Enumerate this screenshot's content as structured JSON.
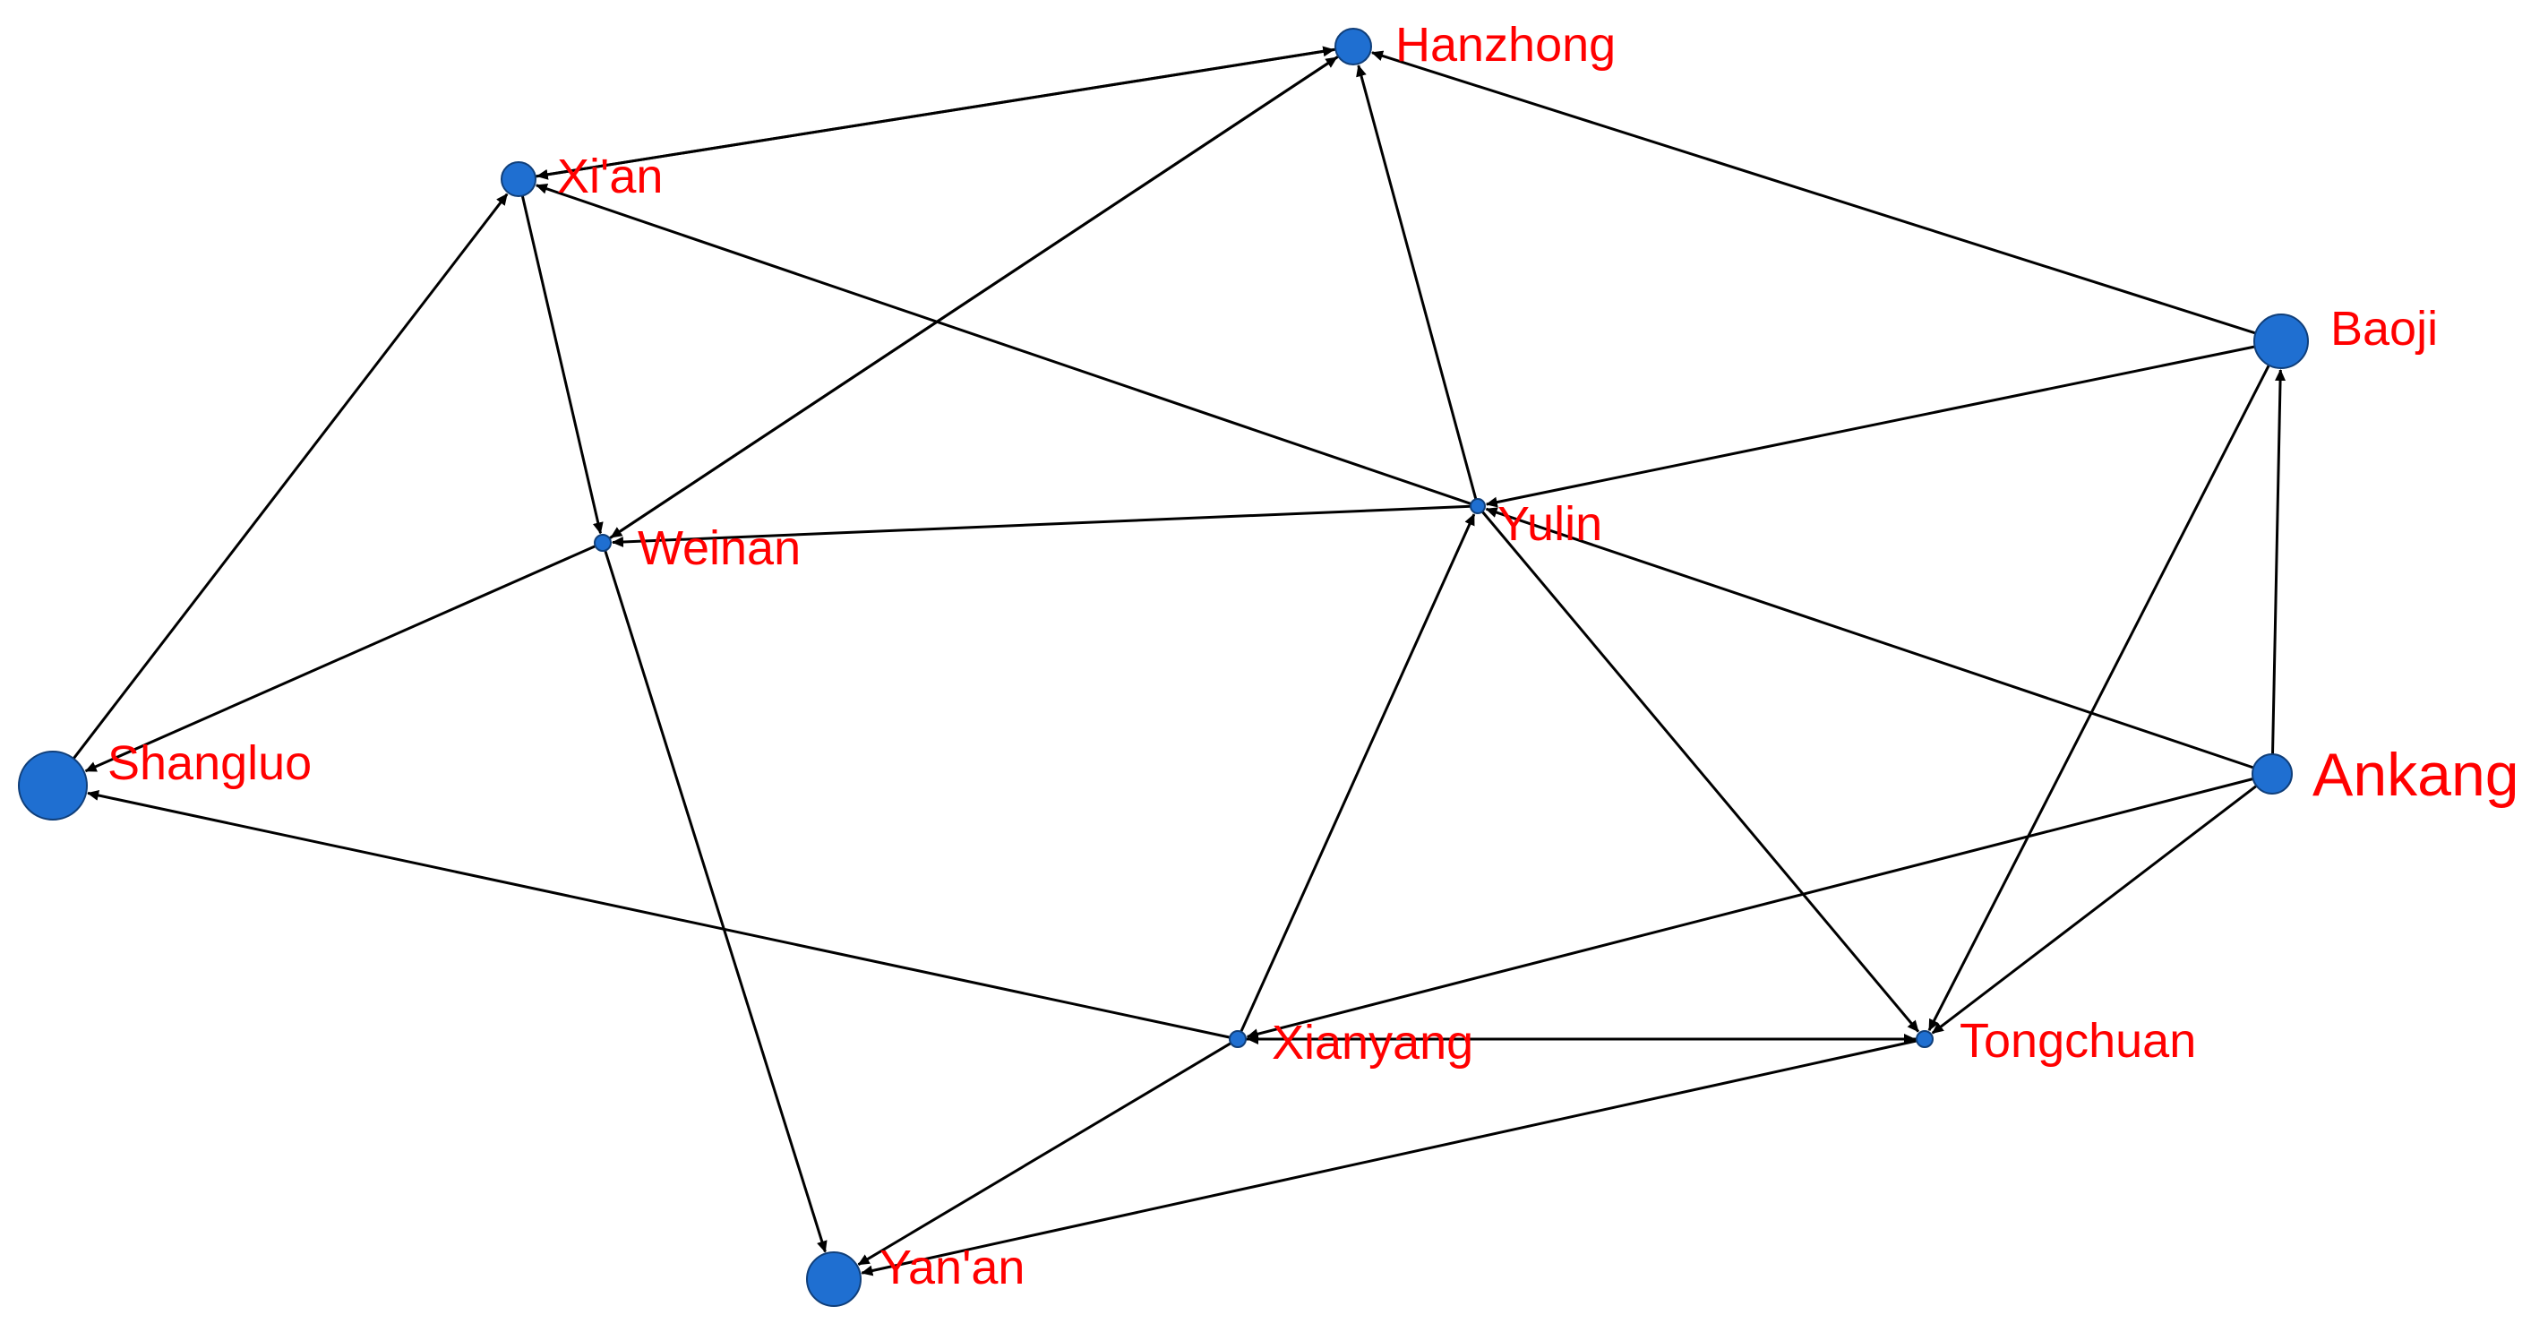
{
  "diagram": {
    "colors": {
      "node_fill": "#1f6fd1",
      "node_stroke": "#103f7a",
      "label": "#ff0000",
      "edge": "#000000"
    },
    "nodes": [
      {
        "id": "hanzhong",
        "label": "Hanzhong"
      },
      {
        "id": "xian",
        "label": "Xi'an"
      },
      {
        "id": "baoji",
        "label": "Baoji"
      },
      {
        "id": "yulin",
        "label": "Yulin"
      },
      {
        "id": "weinan",
        "label": "Weinan"
      },
      {
        "id": "shangluo",
        "label": "Shangluo"
      },
      {
        "id": "ankang",
        "label": "Ankang"
      },
      {
        "id": "xianyang",
        "label": "Xianyang"
      },
      {
        "id": "tongchuan",
        "label": "Tongchuan"
      },
      {
        "id": "yanan",
        "label": "Yan'an"
      }
    ],
    "edges": [
      {
        "from": "xian",
        "to": "hanzhong"
      },
      {
        "from": "hanzhong",
        "to": "xian"
      },
      {
        "from": "baoji",
        "to": "hanzhong"
      },
      {
        "from": "yulin",
        "to": "hanzhong"
      },
      {
        "from": "weinan",
        "to": "hanzhong"
      },
      {
        "from": "hanzhong",
        "to": "weinan"
      },
      {
        "from": "yulin",
        "to": "xian"
      },
      {
        "from": "xian",
        "to": "weinan"
      },
      {
        "from": "shangluo",
        "to": "xian"
      },
      {
        "from": "baoji",
        "to": "yulin"
      },
      {
        "from": "ankang",
        "to": "yulin"
      },
      {
        "from": "xianyang",
        "to": "yulin"
      },
      {
        "from": "yulin",
        "to": "weinan"
      },
      {
        "from": "yulin",
        "to": "tongchuan"
      },
      {
        "from": "weinan",
        "to": "shangluo"
      },
      {
        "from": "weinan",
        "to": "yanan"
      },
      {
        "from": "xianyang",
        "to": "shangluo"
      },
      {
        "from": "ankang",
        "to": "baoji"
      },
      {
        "from": "baoji",
        "to": "tongchuan"
      },
      {
        "from": "ankang",
        "to": "xianyang"
      },
      {
        "from": "ankang",
        "to": "tongchuan"
      },
      {
        "from": "xianyang",
        "to": "tongchuan"
      },
      {
        "from": "tongchuan",
        "to": "xianyang"
      },
      {
        "from": "xianyang",
        "to": "yanan"
      },
      {
        "from": "tongchuan",
        "to": "yanan"
      }
    ]
  }
}
